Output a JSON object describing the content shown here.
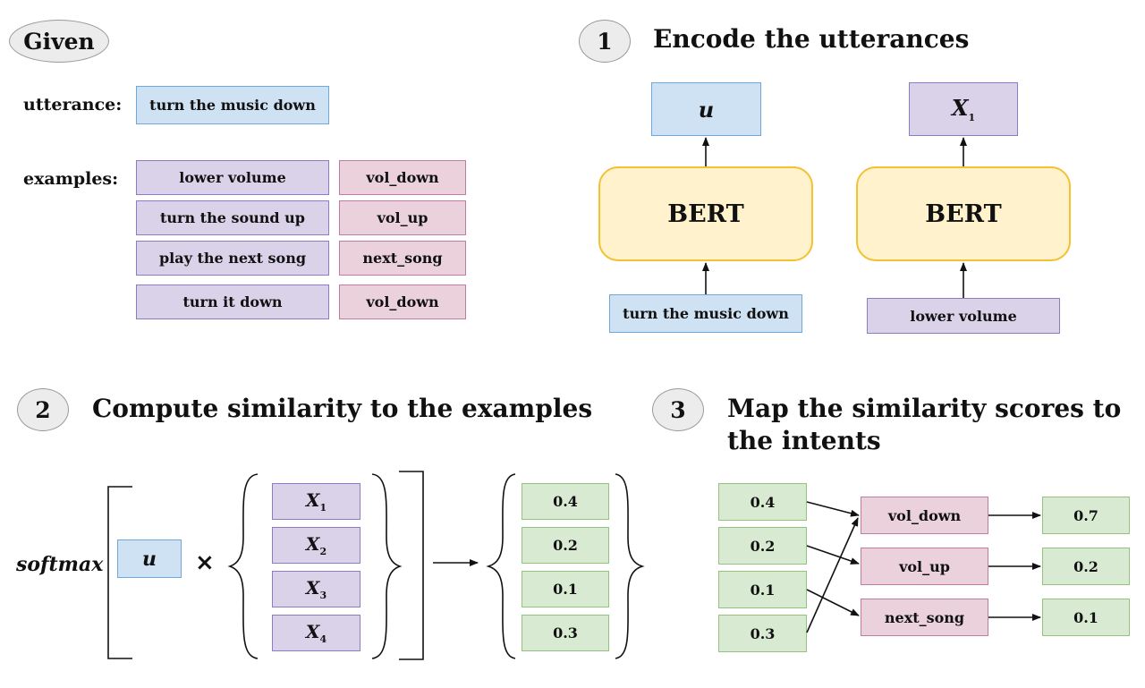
{
  "given": {
    "badge": "Given",
    "utterance_label": "utterance:",
    "utterance": "turn the music down",
    "examples_label": "examples:",
    "examples": [
      {
        "text": "lower volume",
        "intent": "vol_down"
      },
      {
        "text": "turn the sound up",
        "intent": "vol_up"
      },
      {
        "text": "play the next song",
        "intent": "next_song"
      },
      {
        "text": "turn it down",
        "intent": "vol_down"
      }
    ]
  },
  "step1": {
    "number": "1",
    "title": "Encode the utterances",
    "encoders": [
      {
        "output": "u",
        "output_sub": "",
        "model": "BERT",
        "input": "turn the music down"
      },
      {
        "output": "X",
        "output_sub": "1",
        "model": "BERT",
        "input": "lower volume"
      }
    ]
  },
  "step2": {
    "number": "2",
    "title": "Compute similarity to the examples",
    "softmax": "softmax",
    "u": "u",
    "times": "×",
    "x_items": [
      {
        "symbol": "X",
        "sub": "1"
      },
      {
        "symbol": "X",
        "sub": "2"
      },
      {
        "symbol": "X",
        "sub": "3"
      },
      {
        "symbol": "X",
        "sub": "4"
      }
    ],
    "scores": [
      "0.4",
      "0.2",
      "0.1",
      "0.3"
    ]
  },
  "step3": {
    "number": "3",
    "title_line1": "Map the similarity scores to",
    "title_line2": "the intents",
    "scores": [
      "0.4",
      "0.2",
      "0.1",
      "0.3"
    ],
    "intents": [
      "vol_down",
      "vol_up",
      "next_song"
    ],
    "totals": [
      "0.7",
      "0.2",
      "0.1"
    ]
  },
  "colors": {
    "blue_fill": "#cfe2f3",
    "blue_border": "#6fa8dc",
    "purple_fill": "#d9d2e9",
    "purple_border": "#8e7cc3",
    "pink_fill": "#ead1dc",
    "pink_border": "#c27ba0",
    "green_fill": "#d9ead3",
    "green_border": "#93c47d",
    "bert_fill": "#fff2cc",
    "bert_border": "#f1c232"
  }
}
